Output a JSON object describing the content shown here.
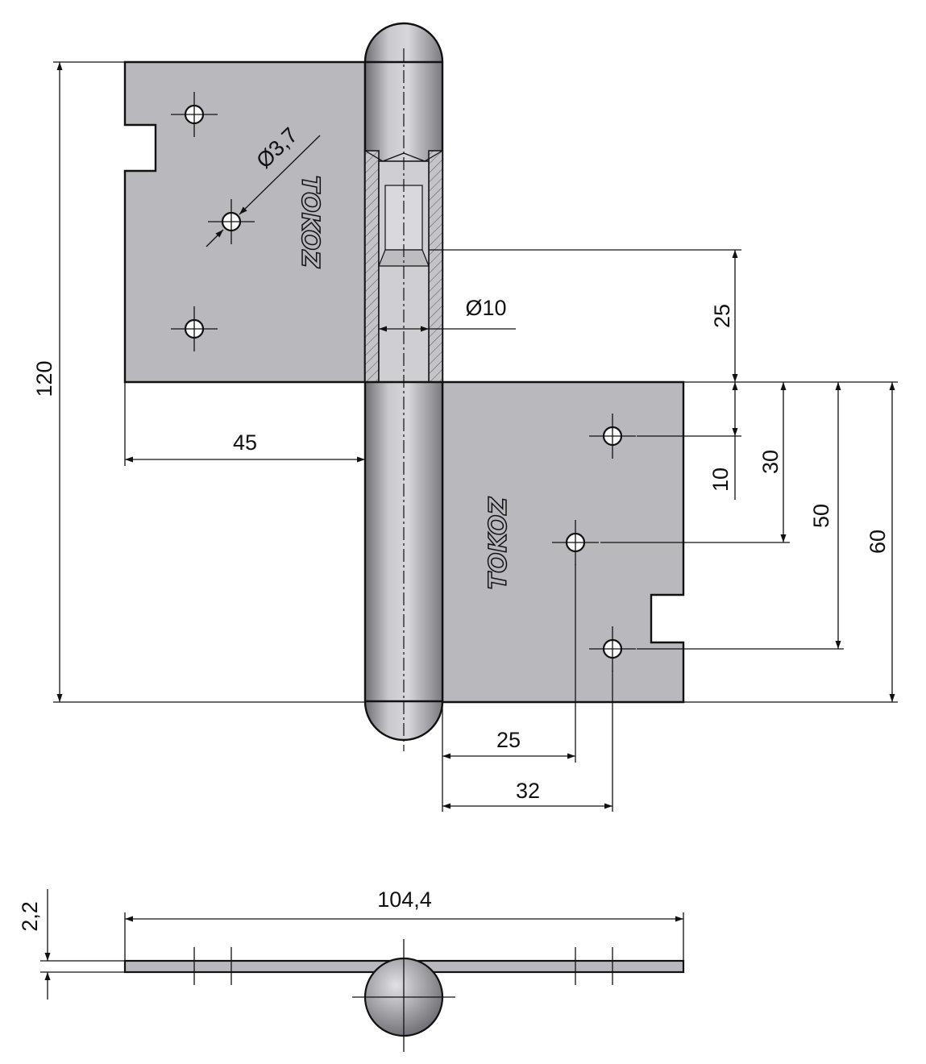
{
  "drawing": {
    "logo_text": "TOKOZ",
    "dimensions": {
      "overall_height": "120",
      "leaf_width": "45",
      "hole_diameter": "Ø3,7",
      "pin_diameter": "Ø10",
      "pin_insert_depth": "25",
      "hole_offset_1": "10",
      "hole_offset_2": "30",
      "hole_offset_3": "50",
      "leaf_height": "60",
      "hole_x_1": "25",
      "hole_x_2": "32",
      "overall_width": "104,4",
      "thickness": "2,2"
    }
  }
}
